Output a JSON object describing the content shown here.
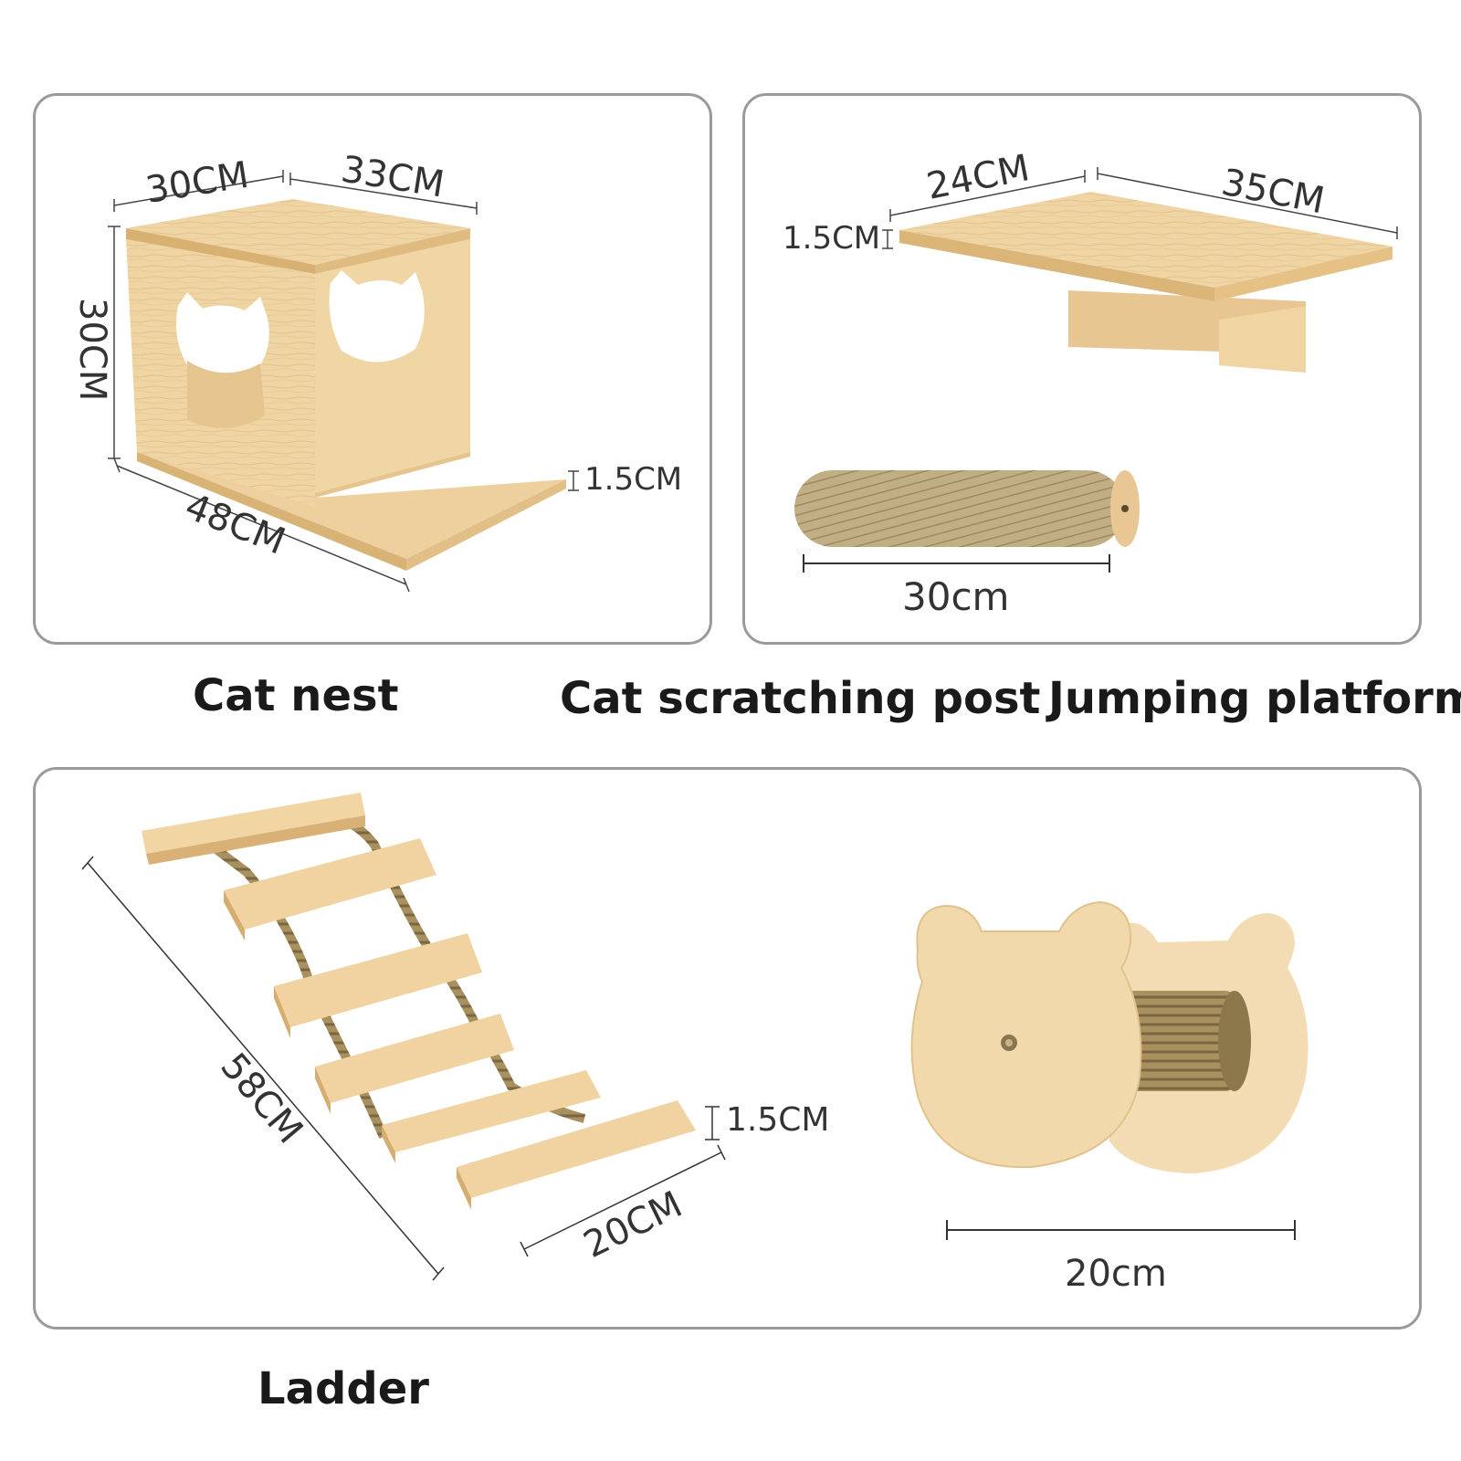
{
  "captions": {
    "cat_nest": "Cat nest",
    "scratching_post": "Cat scratching post",
    "jumping_platform": "Jumping platform",
    "ladder": "Ladder"
  },
  "nest_dims": {
    "width_top": "30CM",
    "depth_top": "33CM",
    "height": "30CM",
    "length": "48CM",
    "thickness": "1.5CM"
  },
  "platform_dims": {
    "depth": "24CM",
    "width": "35CM",
    "thickness": "1.5CM"
  },
  "post_dims": {
    "length": "30cm"
  },
  "ladder_dims": {
    "length": "58CM",
    "width": "20CM",
    "thickness": "1.5CM"
  },
  "bear_dims": {
    "width": "20cm"
  },
  "colors": {
    "wood_light": "#f2d9ac",
    "wood_mid": "#e6c48e",
    "wood_dark": "#d2aa6c",
    "sisal": "#b9a57a",
    "panel_border": "#9a9a9a"
  }
}
